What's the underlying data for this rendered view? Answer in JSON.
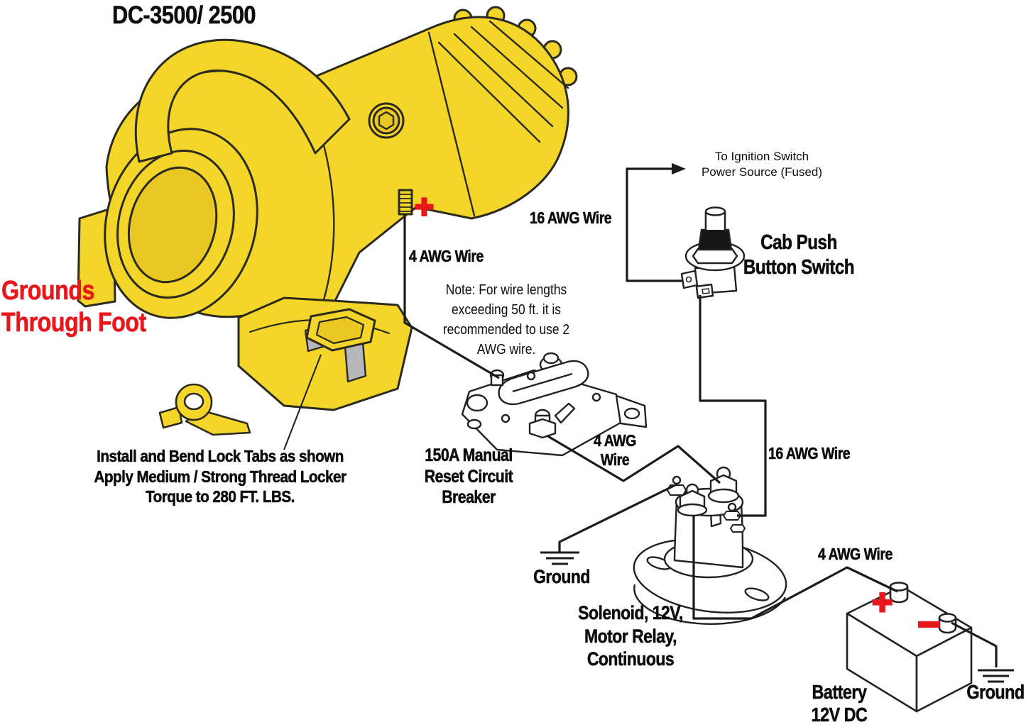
{
  "title": "DC-3500/ 2500",
  "colors": {
    "motor_yellow": "#F3D629",
    "motor_shade_yellow": "#EAC824",
    "accent_red": "#E8171B",
    "line_black": "#1C1C1C",
    "lock_tab_gray": "#B7B7BB"
  },
  "notes": {
    "grounds": {
      "line1": "Grounds",
      "line2": "Through Foot"
    },
    "lock_tabs": {
      "line1": "Install and Bend Lock Tabs as shown",
      "line2": "Apply Medium / Strong Thread Locker",
      "line3": "Torque to 280 FT. LBS."
    },
    "wire_length": {
      "line1": "Note: For wire lengths",
      "line2": "exceeding 50 ft. it is",
      "line3": "recommended to use 2",
      "line4": "AWG wire."
    },
    "ignition": {
      "line1": "To Ignition Switch",
      "line2": "Power Source (Fused)"
    }
  },
  "wire_labels": {
    "motor_feed": "4 AWG Wire",
    "switch_feed": "16 AWG Wire",
    "breaker_to_solenoid_line1": "4 AWG",
    "breaker_to_solenoid_line2": "Wire",
    "switch_to_solenoid": "16 AWG Wire",
    "battery_feed": "4 AWG Wire"
  },
  "components": {
    "circuit_breaker": {
      "line1": "150A Manual",
      "line2": "Reset Circuit",
      "line3": "Breaker"
    },
    "push_button": {
      "line1": "Cab Push",
      "line2": "Button Switch"
    },
    "solenoid": {
      "line1": "Solenoid, 12V,",
      "line2": "Motor Relay,",
      "line3": "Continuous"
    },
    "battery": {
      "line1": "Battery",
      "line2": "12V DC"
    },
    "solenoid_ground": "Ground",
    "battery_ground": "Ground"
  },
  "symbols": {
    "motor_positive": "+",
    "battery_positive": "+",
    "battery_negative": "−"
  }
}
